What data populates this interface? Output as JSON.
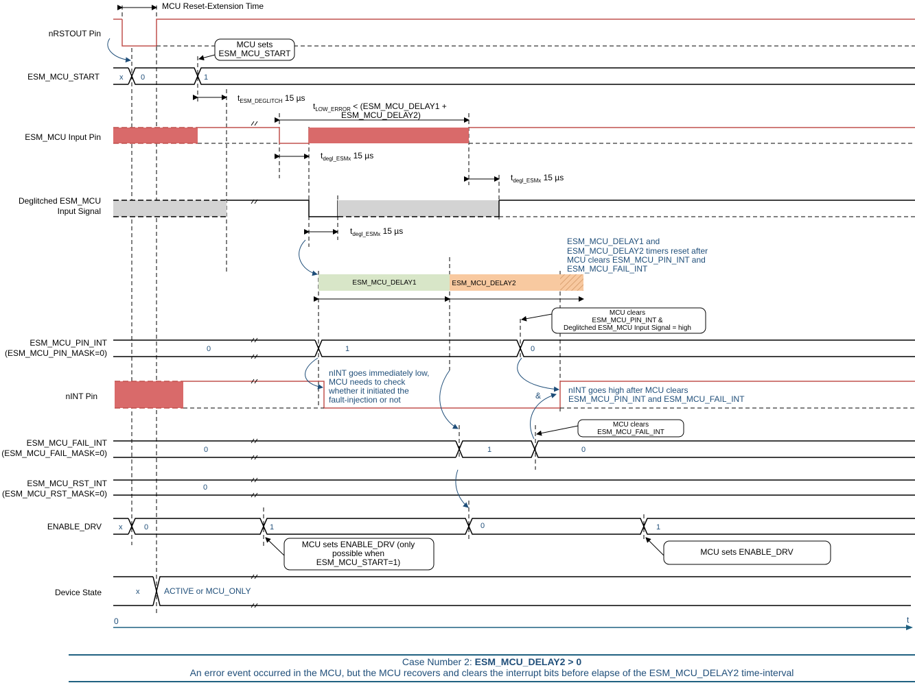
{
  "colors": {
    "signal_high": "#c0504d",
    "signal_fill": "#d96a6a",
    "deglitch_fill": "#d3d3d3",
    "delay1_fill": "#d8e6c8",
    "delay2_fill": "#f8c9a0",
    "arrow_blue": "#1f4e79",
    "axis": "#1f6080"
  },
  "signals": {
    "nrstout": "nRSTOUT Pin",
    "esm_mcu_start": "ESM_MCU_START",
    "esm_mcu_input": "ESM_MCU Input Pin",
    "deglitched_1": "Deglitched ESM_MCU",
    "deglitched_2": "Input Signal",
    "pin_int_1": "ESM_MCU_PIN_INT",
    "pin_int_2": "(ESM_MCU_PIN_MASK=0)",
    "nint": "nINT Pin",
    "fail_int_1": "ESM_MCU_FAIL_INT",
    "fail_int_2": "(ESM_MCU_FAIL_MASK=0)",
    "rst_int_1": "ESM_MCU_RST_INT",
    "rst_int_2": "(ESM_MCU_RST_MASK=0)",
    "enable_drv": "ENABLE_DRV",
    "device_state": "Device State"
  },
  "values": {
    "x": "x",
    "zero": "0",
    "one": "1",
    "active": "ACTIVE or MCU_ONLY",
    "amp": "&"
  },
  "annotations": {
    "reset_ext": "MCU Reset-Extension Time",
    "mcu_sets_start_1": "MCU sets",
    "mcu_sets_start_2": "ESM_MCU_START",
    "t_main": "t",
    "t_esm_deglitch_sub": "ESM_DEGLITCH",
    "t_esm_deglitch_val": " 15 µs",
    "t_low_error_sub": "LOW_ERROR",
    "t_low_error_1": " < (ESM_MCU_DELAY1 +",
    "t_low_error_2": "ESM_MCU_DELAY2)",
    "t_degl_sub": "degl_ESMx",
    "t_degl_val": " 15 µs",
    "delay1": "ESM_MCU_DELAY1",
    "delay2": "ESM_MCU_DELAY2",
    "timers_reset_1": "ESM_MCU_DELAY1 and",
    "timers_reset_2": "ESM_MCU_DELAY2 timers reset after",
    "timers_reset_3": "MCU clears ESM_MCU_PIN_INT and",
    "timers_reset_4": "ESM_MCU_FAIL_INT",
    "mcu_clears_pin_1": "MCU clears",
    "mcu_clears_pin_2": "ESM_MCU_PIN_INT  &",
    "mcu_clears_pin_3": "Deglitched ESM_MCU Input Signal = high",
    "nint_low_1": "nINT goes immediately low,",
    "nint_low_2": "MCU needs to check",
    "nint_low_3": "whether it initiated  the",
    "nint_low_4": "fault-injection or not",
    "nint_high_1": "nINT goes high after MCU clears",
    "nint_high_2": "ESM_MCU_PIN_INT and ESM_MCU_FAIL_INT",
    "mcu_clears_fail_1": "MCU clears",
    "mcu_clears_fail_2": "ESM_MCU_FAIL_INT",
    "enable_drv_note_1": "MCU sets ENABLE_DRV (only",
    "enable_drv_note_2": "possible when",
    "enable_drv_note_3": "ESM_MCU_START=1)",
    "enable_drv_note_b": "MCU sets ENABLE_DRV",
    "axis_zero": "0",
    "axis_t": "t"
  },
  "caption": {
    "prefix": "Case Number 2: ",
    "bold": "ESM_MCU_DELAY2 > 0",
    "line2": "An error event occurred in the MCU, but the MCU recovers and clears the interrupt bits before elapse of the ESM_MCU_DELAY2  time-interval"
  }
}
